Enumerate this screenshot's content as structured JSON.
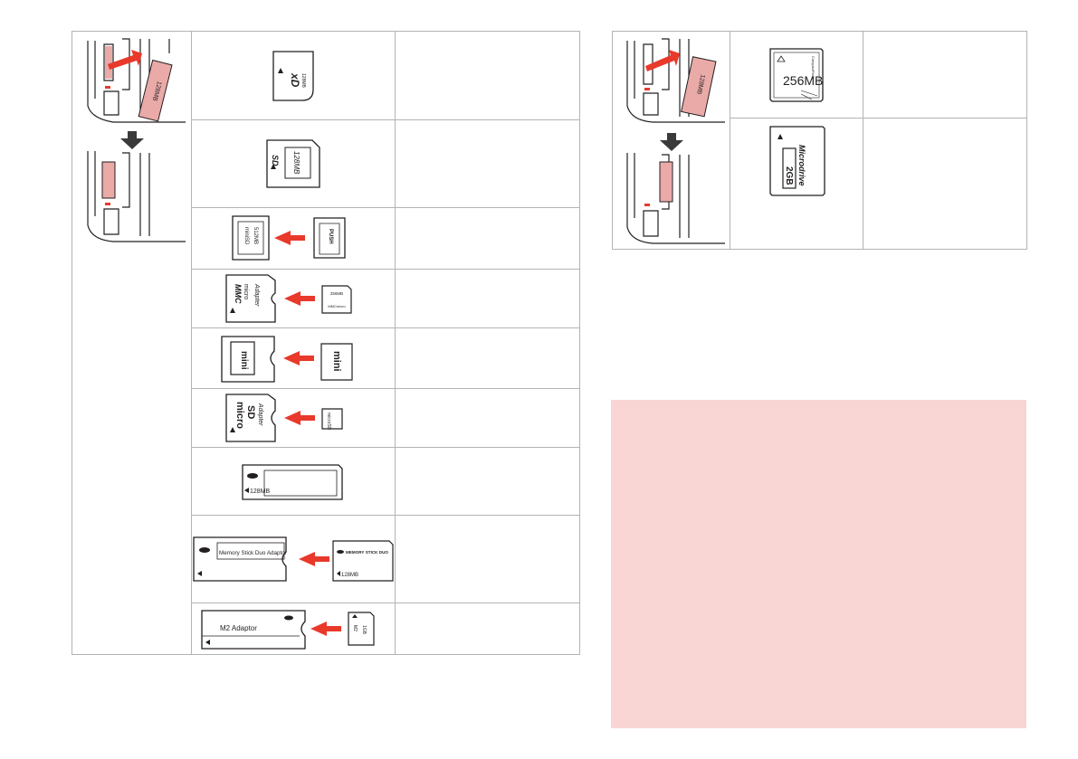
{
  "left_table": {
    "rows": [
      {
        "name": "xd-card",
        "text": ""
      },
      {
        "name": "sd-card",
        "text": ""
      },
      {
        "name": "minisd-adapter-card",
        "text": "PUSH"
      },
      {
        "name": "mmcmicro-adapter",
        "text": "Adapter"
      },
      {
        "name": "mmcmobile-adapter",
        "text": ""
      },
      {
        "name": "microsd-adapter",
        "text": "Adapter"
      },
      {
        "name": "memory-stick",
        "text": "128MB"
      },
      {
        "name": "memory-stick-duo-adapter",
        "text": "Memory Stick Duo Adaptor"
      },
      {
        "name": "m2-adaptor",
        "text": "M2 Adaptor"
      }
    ]
  },
  "right_table": {
    "rows": [
      {
        "name": "compactflash-card",
        "text": "256MB"
      },
      {
        "name": "microdrive-card",
        "text": "2GB"
      }
    ]
  },
  "labels": {
    "xd_capacity": "128MB",
    "sd_capacity": "128MB",
    "sd_logo": "SD",
    "minisd_capacity": "512MB",
    "push": "PUSH",
    "mmc_brand": "MMC",
    "mmc_micro": "micro",
    "adapter": "Adapter",
    "mmc_small": "MMCmicro",
    "mmc_size": "256MB",
    "mini": "mini",
    "micro": "micro",
    "sd": "SD",
    "ms_capacity": "128MB",
    "ms_duo_adaptor": "Memory Stick Duo Adaptor",
    "ms_duo": "MEMORY STICK DUO",
    "ms_duo_capacity": "128MB",
    "m2_adaptor": "M2 Adaptor",
    "m2_label": "M2",
    "m2_capacity": "1GB",
    "cf_capacity": "256MB",
    "cf_brand": "CompactFlash",
    "md_capacity": "2GB",
    "md_brand": "Microdrive"
  },
  "colors": {
    "grid": "#b3b3b3",
    "arrow_red": "#e8392b",
    "card_pink": "#e9aaa8",
    "note_background": "#f9d5d3"
  }
}
